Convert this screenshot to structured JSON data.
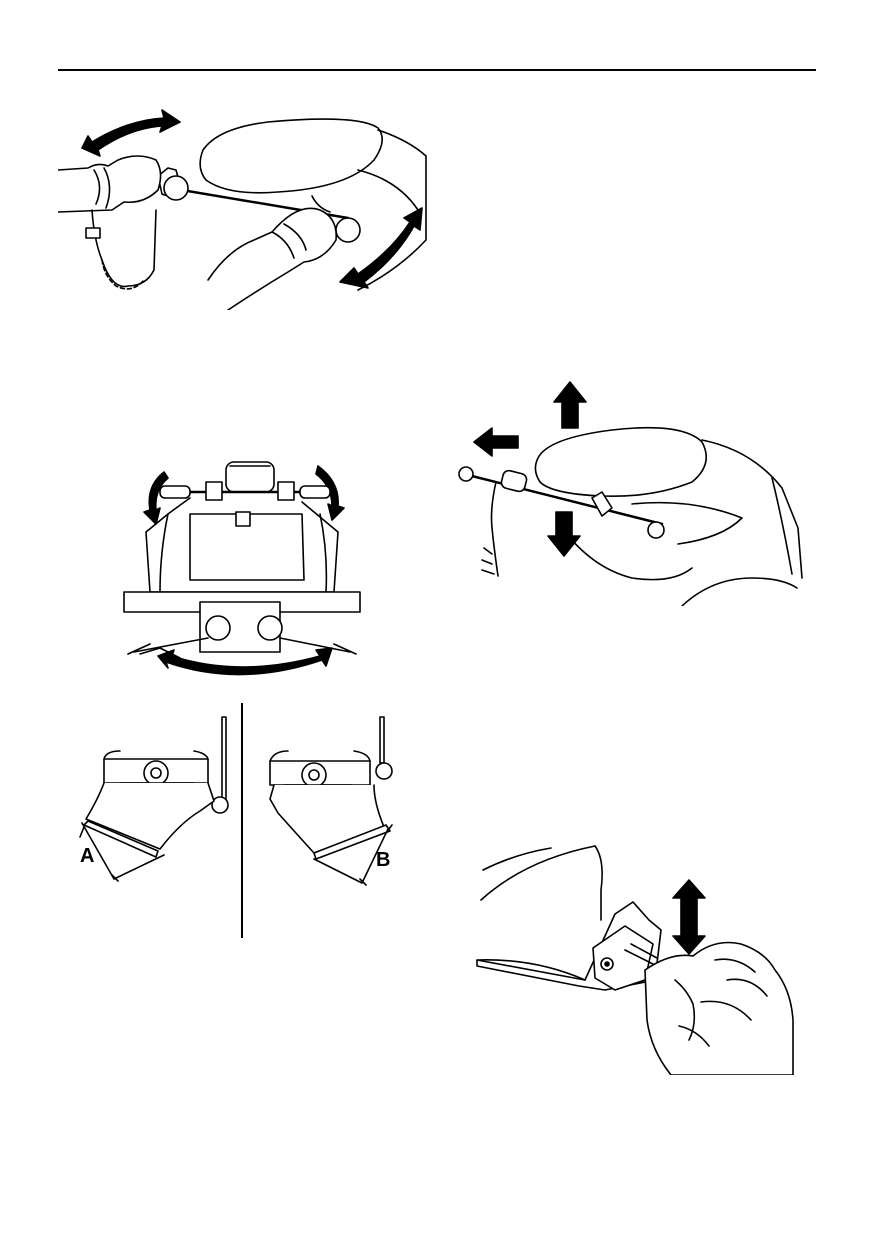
{
  "labels": {
    "a": "A",
    "b": "B"
  },
  "illustrations": [
    "hands-steering-handlebar",
    "front-view-handlebar-jet-nozzle",
    "nozzle-angle-top-view",
    "handlebar-tilt-directions",
    "hand-adjusting-tilt-lever"
  ],
  "colors": {
    "ink": "#000000",
    "paper": "#ffffff"
  }
}
